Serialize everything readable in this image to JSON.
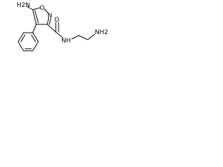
{
  "structure": {
    "labels": {
      "amino_left": "H2N",
      "amino_right": "NH2",
      "ring_o": "O",
      "ring_n": "N",
      "amide_o": "O",
      "amide_nh": "NH"
    }
  }
}
